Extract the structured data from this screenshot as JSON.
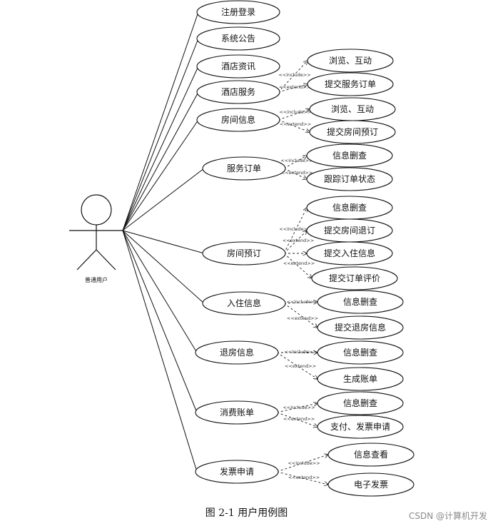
{
  "actor": {
    "label": "普通用户"
  },
  "use_cases": [
    {
      "id": "u1",
      "label": "注册登录"
    },
    {
      "id": "u2",
      "label": "系统公告"
    },
    {
      "id": "u3",
      "label": "酒店资讯"
    },
    {
      "id": "u4",
      "label": "酒店服务"
    },
    {
      "id": "u5",
      "label": "房间信息"
    },
    {
      "id": "u6",
      "label": "服务订单"
    },
    {
      "id": "u7",
      "label": "房间预订"
    },
    {
      "id": "u8",
      "label": "入住信息"
    },
    {
      "id": "u9",
      "label": "退房信息"
    },
    {
      "id": "u10",
      "label": "消费账单"
    },
    {
      "id": "u11",
      "label": "发票申请"
    }
  ],
  "sub_cases": [
    {
      "id": "s1",
      "parent": "u4",
      "label": "浏览、互动",
      "relation": "<<include>>"
    },
    {
      "id": "s2",
      "parent": "u4",
      "label": "提交服务订单",
      "relation": "<<extend>>"
    },
    {
      "id": "s3",
      "parent": "u5",
      "label": "浏览、互动",
      "relation": "<<include>>"
    },
    {
      "id": "s4",
      "parent": "u5",
      "label": "提交房间预订",
      "relation": "<<extend>>"
    },
    {
      "id": "s5",
      "parent": "u6",
      "label": "信息删查",
      "relation": "<<include>>"
    },
    {
      "id": "s6",
      "parent": "u6",
      "label": "跟踪订单状态",
      "relation": "<<extend>>"
    },
    {
      "id": "s7",
      "parent": "u7",
      "label": "信息删查",
      "relation": ""
    },
    {
      "id": "s8",
      "parent": "u7",
      "label": "提交房间退订",
      "relation": "<<include>>"
    },
    {
      "id": "s9",
      "parent": "u7",
      "label": "提交入住信息",
      "relation": "<<extend>>"
    },
    {
      "id": "s10",
      "parent": "u7",
      "label": "提交订单评价",
      "relation": "<<extend>>"
    },
    {
      "id": "s11",
      "parent": "u8",
      "label": "信息删查",
      "relation": "<<include>>"
    },
    {
      "id": "s12",
      "parent": "u8",
      "label": "提交退房信息",
      "relation": "<<extend>>"
    },
    {
      "id": "s13",
      "parent": "u9",
      "label": "信息删查",
      "relation": "<<include>>"
    },
    {
      "id": "s14",
      "parent": "u9",
      "label": "生成账单",
      "relation": "<<extend>>"
    },
    {
      "id": "s15",
      "parent": "u10",
      "label": "信息删查",
      "relation": "<<include>>"
    },
    {
      "id": "s16",
      "parent": "u10",
      "label": "支付、发票申请",
      "relation": "<<extend>>"
    },
    {
      "id": "s17",
      "parent": "u11",
      "label": "信息查看",
      "relation": "<<include>>"
    },
    {
      "id": "s18",
      "parent": "u11",
      "label": "电子发票",
      "relation": "<<extend>>"
    }
  ],
  "caption": "图 2-1 用户用例图",
  "watermark": "CSDN @计算机开发"
}
